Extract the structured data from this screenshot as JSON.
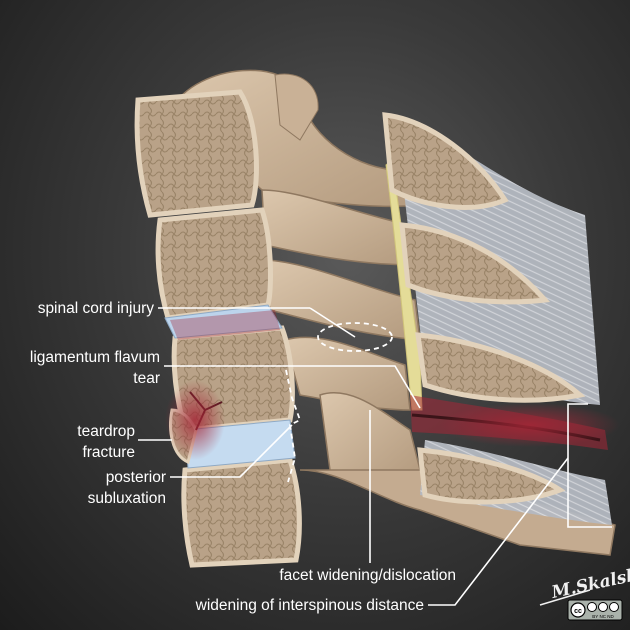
{
  "labels": {
    "spinal_cord_injury": "spinal cord injury",
    "ligamentum_flavum_tear_line1": "ligamentum flavum",
    "ligamentum_flavum_tear_line2": "tear",
    "teardrop_fracture_line1": "teardrop",
    "teardrop_fracture_line2": "fracture",
    "posterior_subluxation_line1": "posterior",
    "posterior_subluxation_line2": "subluxation",
    "facet_widening": "facet widening/dislocation",
    "interspinous_widening": "widening of interspinous distance"
  },
  "signature": "M.Skalski",
  "license_badge": "cc BY NC ND",
  "colors": {
    "bone": "#cdb59a",
    "bone_edge": "#9c8468",
    "cancellous": "#a79378",
    "disc_blue": "#bcd4ec",
    "injury_red": "#a42636",
    "ligament_yellow": "#e6df9a",
    "ligament_gray": "#b7bcc4"
  }
}
